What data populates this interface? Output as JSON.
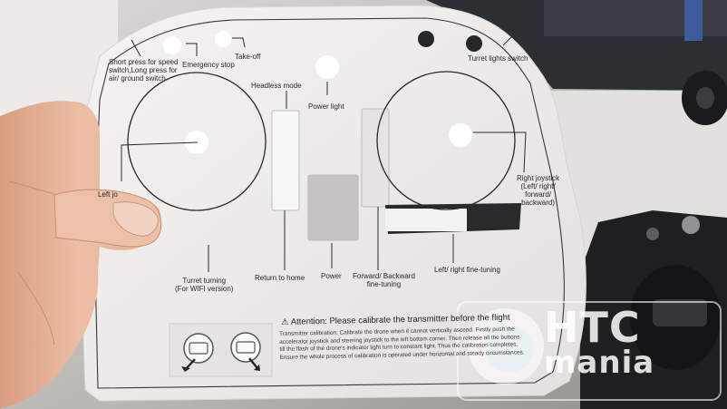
{
  "labels": {
    "speed_switch": [
      "Short press for speed",
      "switch,Long press for",
      "air/ ground switch"
    ],
    "emergency_stop": "Emergency stop",
    "take_off": "Take-off",
    "turret_lights_switch": "Turret lights switch",
    "headless_mode": "Headless mode",
    "power_light": "Power light",
    "left_joystick": "Left jo",
    "right_joystick": [
      "Right joystick",
      "(Left/ right/",
      "forward/",
      "backward)"
    ],
    "turret_turning": [
      "Turret turning",
      "(For WIFI version)"
    ],
    "return_to_home": "Return to home",
    "power": "Power",
    "forward_backward": [
      "Forward/ Backward",
      "fine-tuning"
    ],
    "left_right_fine_tuning": "Left/ right fine-tuning"
  },
  "attention": {
    "icon": "warning-triangle-icon",
    "title": "Attention: Please calibrate the transmitter before the flight",
    "body": "Transmitter calibration: Calibrate the drone when it cannot vertically ascend. Firstly push the accelerator joystick and steering joystick to the left bottom corner. Then release all the buttons till the flash of the drone's indicator light turn to constant light. Thus the calibration completes. Ensure the whole process of calibration is operated under horizontal and steady circumstances."
  },
  "watermark": {
    "line1": "HTC",
    "line2": "mania"
  },
  "colors": {
    "paper": "#f1eeee",
    "background": "#6e6a66",
    "skin": "#e7b59a"
  }
}
